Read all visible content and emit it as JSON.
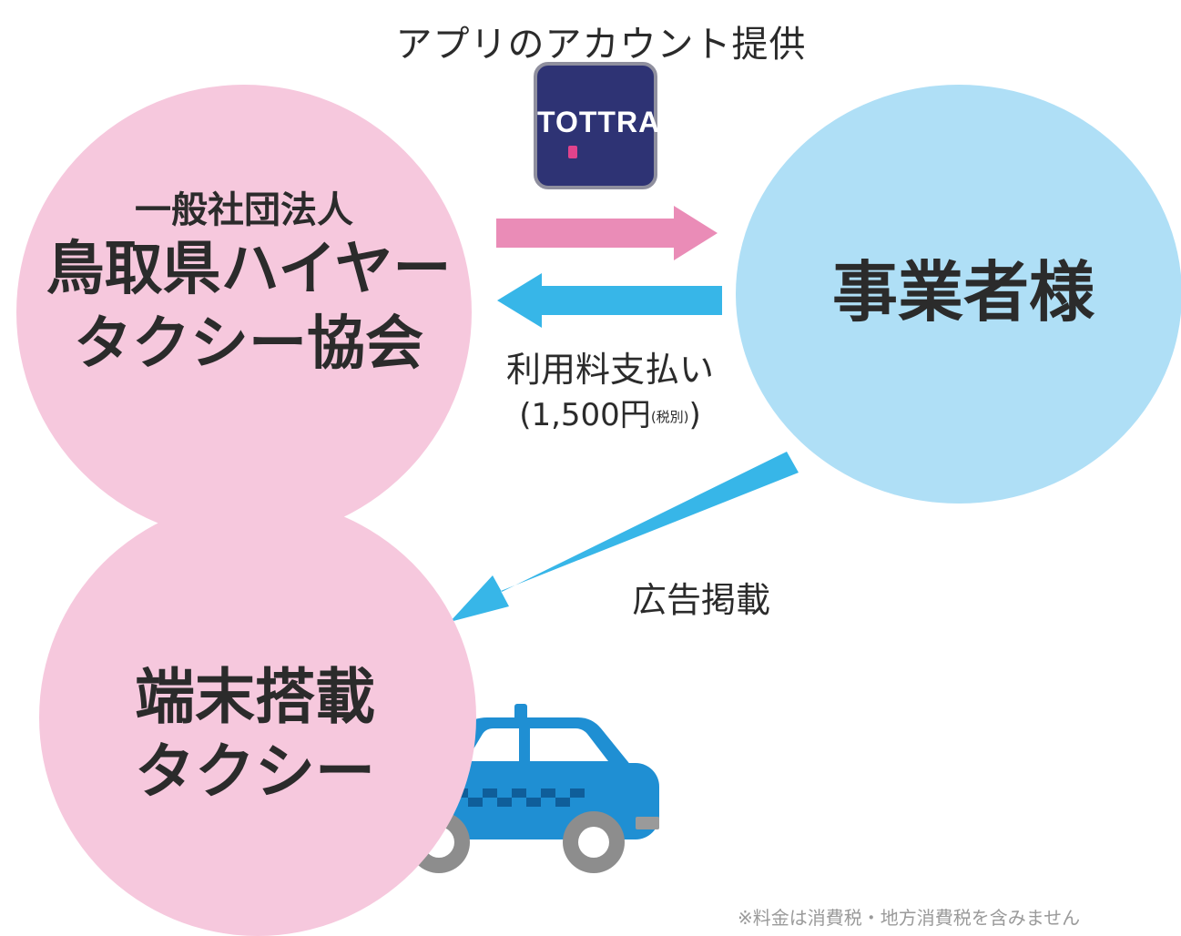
{
  "top_caption": "アプリのアカウント提供",
  "app_icon": {
    "label": "TOTTRA",
    "bg_color": "#2e3374",
    "accent_color": "#e0438c"
  },
  "association": {
    "subtitle": "一般社団法人",
    "name_line1": "鳥取県ハイヤー",
    "name_line2": "タクシー協会"
  },
  "business": {
    "name": "事業者様"
  },
  "fee": {
    "label": "利用料支払い",
    "amount": "(1,500円",
    "tax_note": "(税別)",
    "close": ")"
  },
  "ad": {
    "label": "広告掲載"
  },
  "taxi_node": {
    "line1": "端末搭載",
    "line2": "タクシー"
  },
  "footnote": "※料金は消費税・地方消費税を含みません",
  "colors": {
    "pink": "#f6c8dd",
    "pink_arrow": "#ea8cb7",
    "blue": "#afdff6",
    "blue_arrow": "#37b6e8",
    "taxi_body": "#1f8fd3",
    "taxi_wheel": "#8d8d8d"
  }
}
